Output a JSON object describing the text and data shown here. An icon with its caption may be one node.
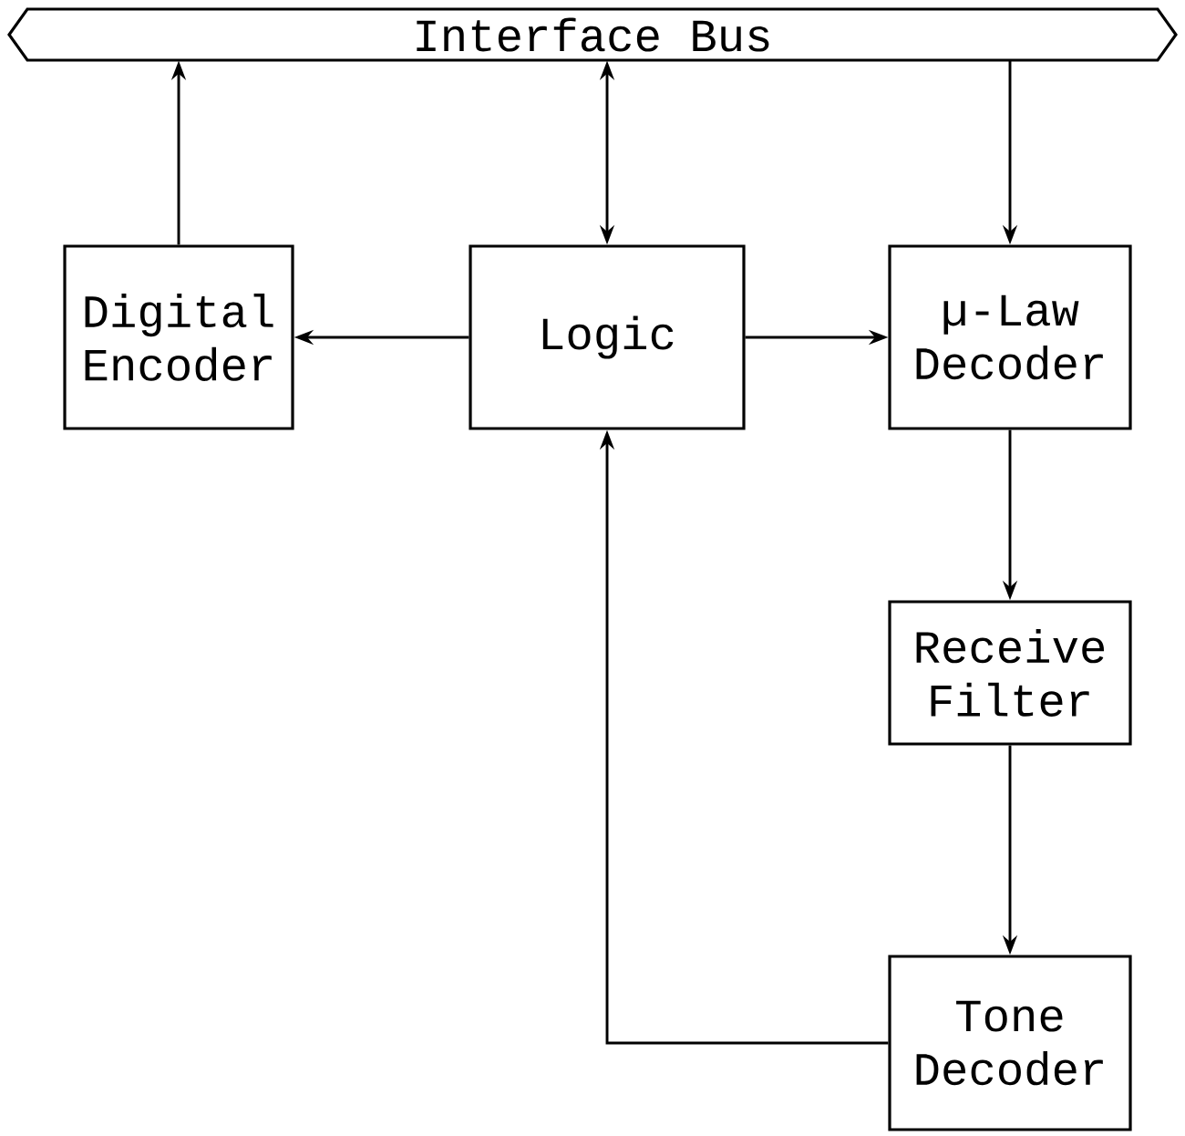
{
  "diagram": {
    "nodes": [
      {
        "text": [
          "Interface Bus"
        ]
      },
      {
        "text": [
          "Digital Encoder"
        ]
      },
      {
        "text": [
          "Logic"
        ]
      },
      {
        "text": [
          "µ-Law Decoder"
        ]
      },
      {
        "text": [
          "Receive Filter"
        ]
      },
      {
        "text": [
          "Tone Decoder"
        ]
      }
    ],
    "edges": [
      {
        "from": 1,
        "to": 0,
        "arrow": "to"
      },
      {
        "from": 2,
        "to": 0,
        "arrow": "both"
      },
      {
        "from": 0,
        "to": 3,
        "arrow": "to"
      },
      {
        "from": 2,
        "to": 1,
        "arrow": "to"
      },
      {
        "from": 2,
        "to": 3,
        "arrow": "to"
      },
      {
        "from": 3,
        "to": 4,
        "arrow": "to"
      },
      {
        "from": 4,
        "to": 5,
        "arrow": "to"
      },
      {
        "from": 5,
        "to": 2,
        "arrow": "to"
      }
    ]
  }
}
